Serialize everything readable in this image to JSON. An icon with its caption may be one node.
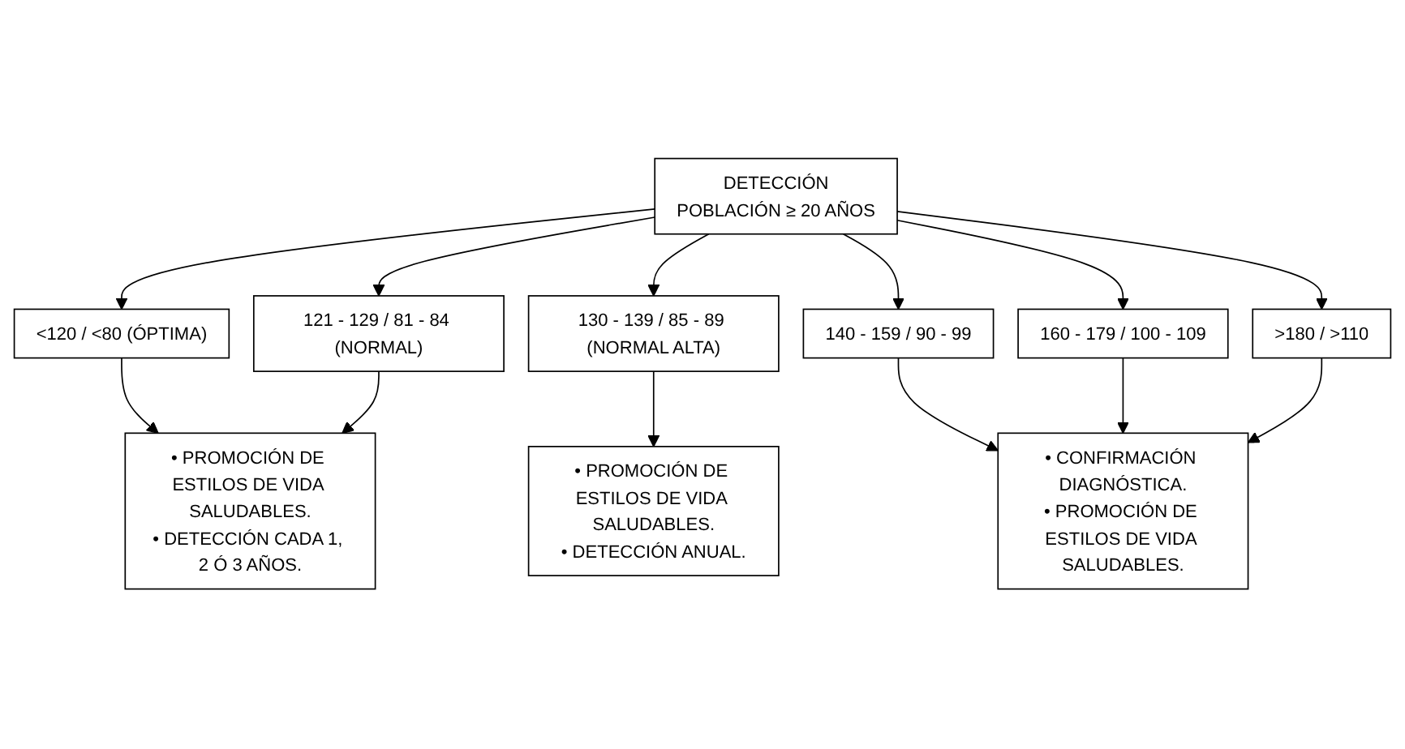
{
  "diagram": {
    "nodes": [
      {
        "text": [
          "DETECCIÓN",
          "POBLACIÓN ≥ 20 AÑOS"
        ]
      },
      {
        "text": [
          "<120 / <80 (ÓPTIMA)"
        ]
      },
      {
        "text": [
          "121 - 129 / 81 - 84 (NORMAL)"
        ]
      },
      {
        "text": [
          "130 - 139 / 85 - 89 (NORMAL ALTA)"
        ]
      },
      {
        "text": [
          "140 - 159 / 90 - 99"
        ]
      },
      {
        "text": [
          "160 - 179 / 100 - 109"
        ]
      },
      {
        "text": [
          ">180 / >110"
        ]
      },
      {
        "text": [
          "• PROMOCIÓN DE ESTILOS DE VIDA SALUDABLES.",
          "• DETECCIÓN CADA 1, 2 Ó 3 AÑOS."
        ]
      },
      {
        "text": [
          "• PROMOCIÓN DE ESTILOS DE VIDA SALUDABLES.",
          "• DETECCIÓN ANUAL."
        ]
      },
      {
        "text": [
          "• CONFIRMACIÓN DIAGNÓSTICA.",
          "• PROMOCIÓN DE ESTILOS DE VIDA SALUDABLES."
        ]
      }
    ],
    "edges": [
      {
        "from": 0,
        "to": 1,
        "arrow": "to"
      },
      {
        "from": 0,
        "to": 2,
        "arrow": "to"
      },
      {
        "from": 0,
        "to": 3,
        "arrow": "to"
      },
      {
        "from": 0,
        "to": 4,
        "arrow": "to"
      },
      {
        "from": 0,
        "to": 5,
        "arrow": "to"
      },
      {
        "from": 0,
        "to": 6,
        "arrow": "to"
      },
      {
        "from": 1,
        "to": 7,
        "arrow": "to"
      },
      {
        "from": 2,
        "to": 7,
        "arrow": "to"
      },
      {
        "from": 3,
        "to": 8,
        "arrow": "to"
      },
      {
        "from": 4,
        "to": 9,
        "arrow": "to"
      },
      {
        "from": 5,
        "to": 9,
        "arrow": "to"
      },
      {
        "from": 6,
        "to": 9,
        "arrow": "to"
      }
    ]
  }
}
